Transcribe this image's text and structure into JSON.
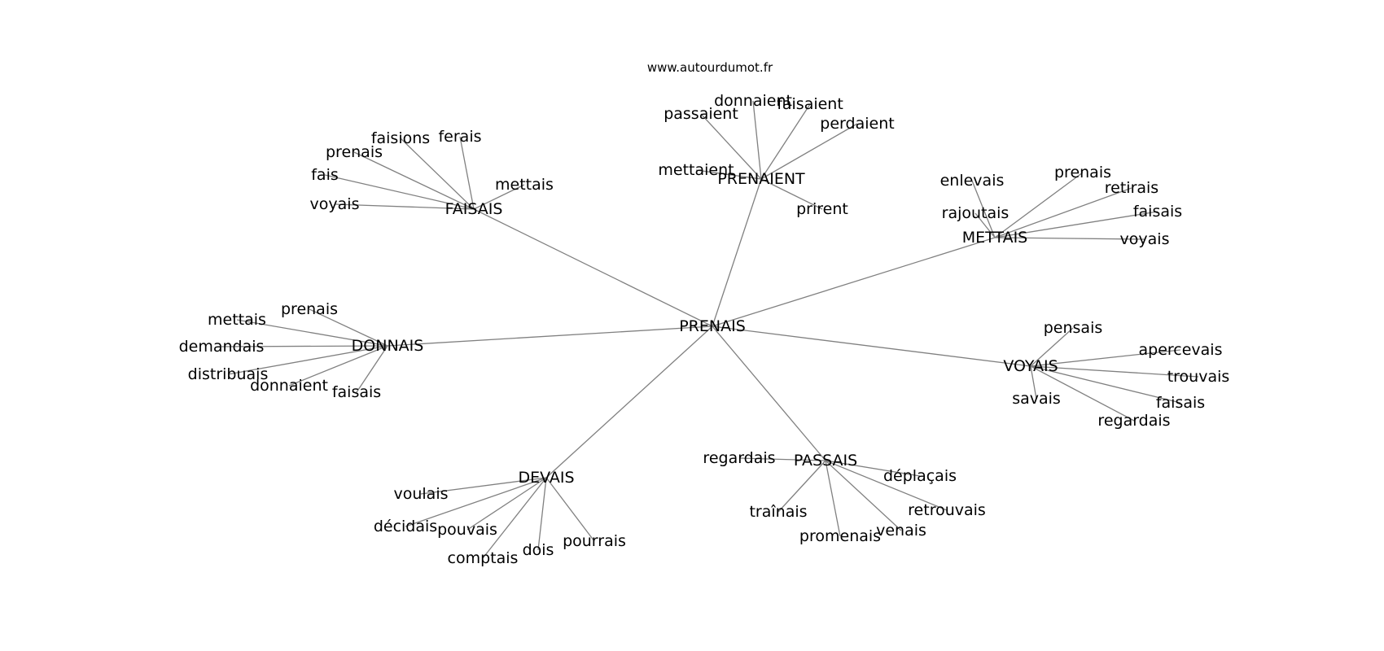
{
  "source": "www.autourdumot.fr",
  "root": {
    "id": "root",
    "label": "PRENAIS",
    "children": [
      {
        "id": "faisais",
        "label": "FAISAIS",
        "children": [
          {
            "label": "faisions"
          },
          {
            "label": "ferais"
          },
          {
            "label": "prenais"
          },
          {
            "label": "fais"
          },
          {
            "label": "voyais"
          },
          {
            "label": "mettais"
          }
        ]
      },
      {
        "id": "prenaient",
        "label": "PRENAIENT",
        "children": [
          {
            "label": "donnaient"
          },
          {
            "label": "faisaient"
          },
          {
            "label": "passaient"
          },
          {
            "label": "perdaient"
          },
          {
            "label": "mettaient"
          },
          {
            "label": "prirent"
          }
        ]
      },
      {
        "id": "mettais",
        "label": "METTAIS",
        "children": [
          {
            "label": "enlevais"
          },
          {
            "label": "prenais"
          },
          {
            "label": "retirais"
          },
          {
            "label": "rajoutais"
          },
          {
            "label": "faisais"
          },
          {
            "label": "voyais"
          }
        ]
      },
      {
        "id": "donnais",
        "label": "DONNAIS",
        "children": [
          {
            "label": "prenais"
          },
          {
            "label": "mettais"
          },
          {
            "label": "demandais"
          },
          {
            "label": "distribuais"
          },
          {
            "label": "donnaient"
          },
          {
            "label": "faisais"
          }
        ]
      },
      {
        "id": "voyais",
        "label": "VOYAIS",
        "children": [
          {
            "label": "pensais"
          },
          {
            "label": "apercevais"
          },
          {
            "label": "trouvais"
          },
          {
            "label": "savais"
          },
          {
            "label": "faisais"
          },
          {
            "label": "regardais"
          }
        ]
      },
      {
        "id": "passais",
        "label": "PASSAIS",
        "children": [
          {
            "label": "regardais"
          },
          {
            "label": "déplaçais"
          },
          {
            "label": "traînais"
          },
          {
            "label": "retrouvais"
          },
          {
            "label": "promenais"
          },
          {
            "label": "venais"
          }
        ]
      },
      {
        "id": "devais",
        "label": "DEVAIS",
        "children": [
          {
            "label": "voulais"
          },
          {
            "label": "décidais"
          },
          {
            "label": "pouvais"
          },
          {
            "label": "pourrais"
          },
          {
            "label": "comptais"
          },
          {
            "label": "dois"
          }
        ]
      }
    ]
  }
}
